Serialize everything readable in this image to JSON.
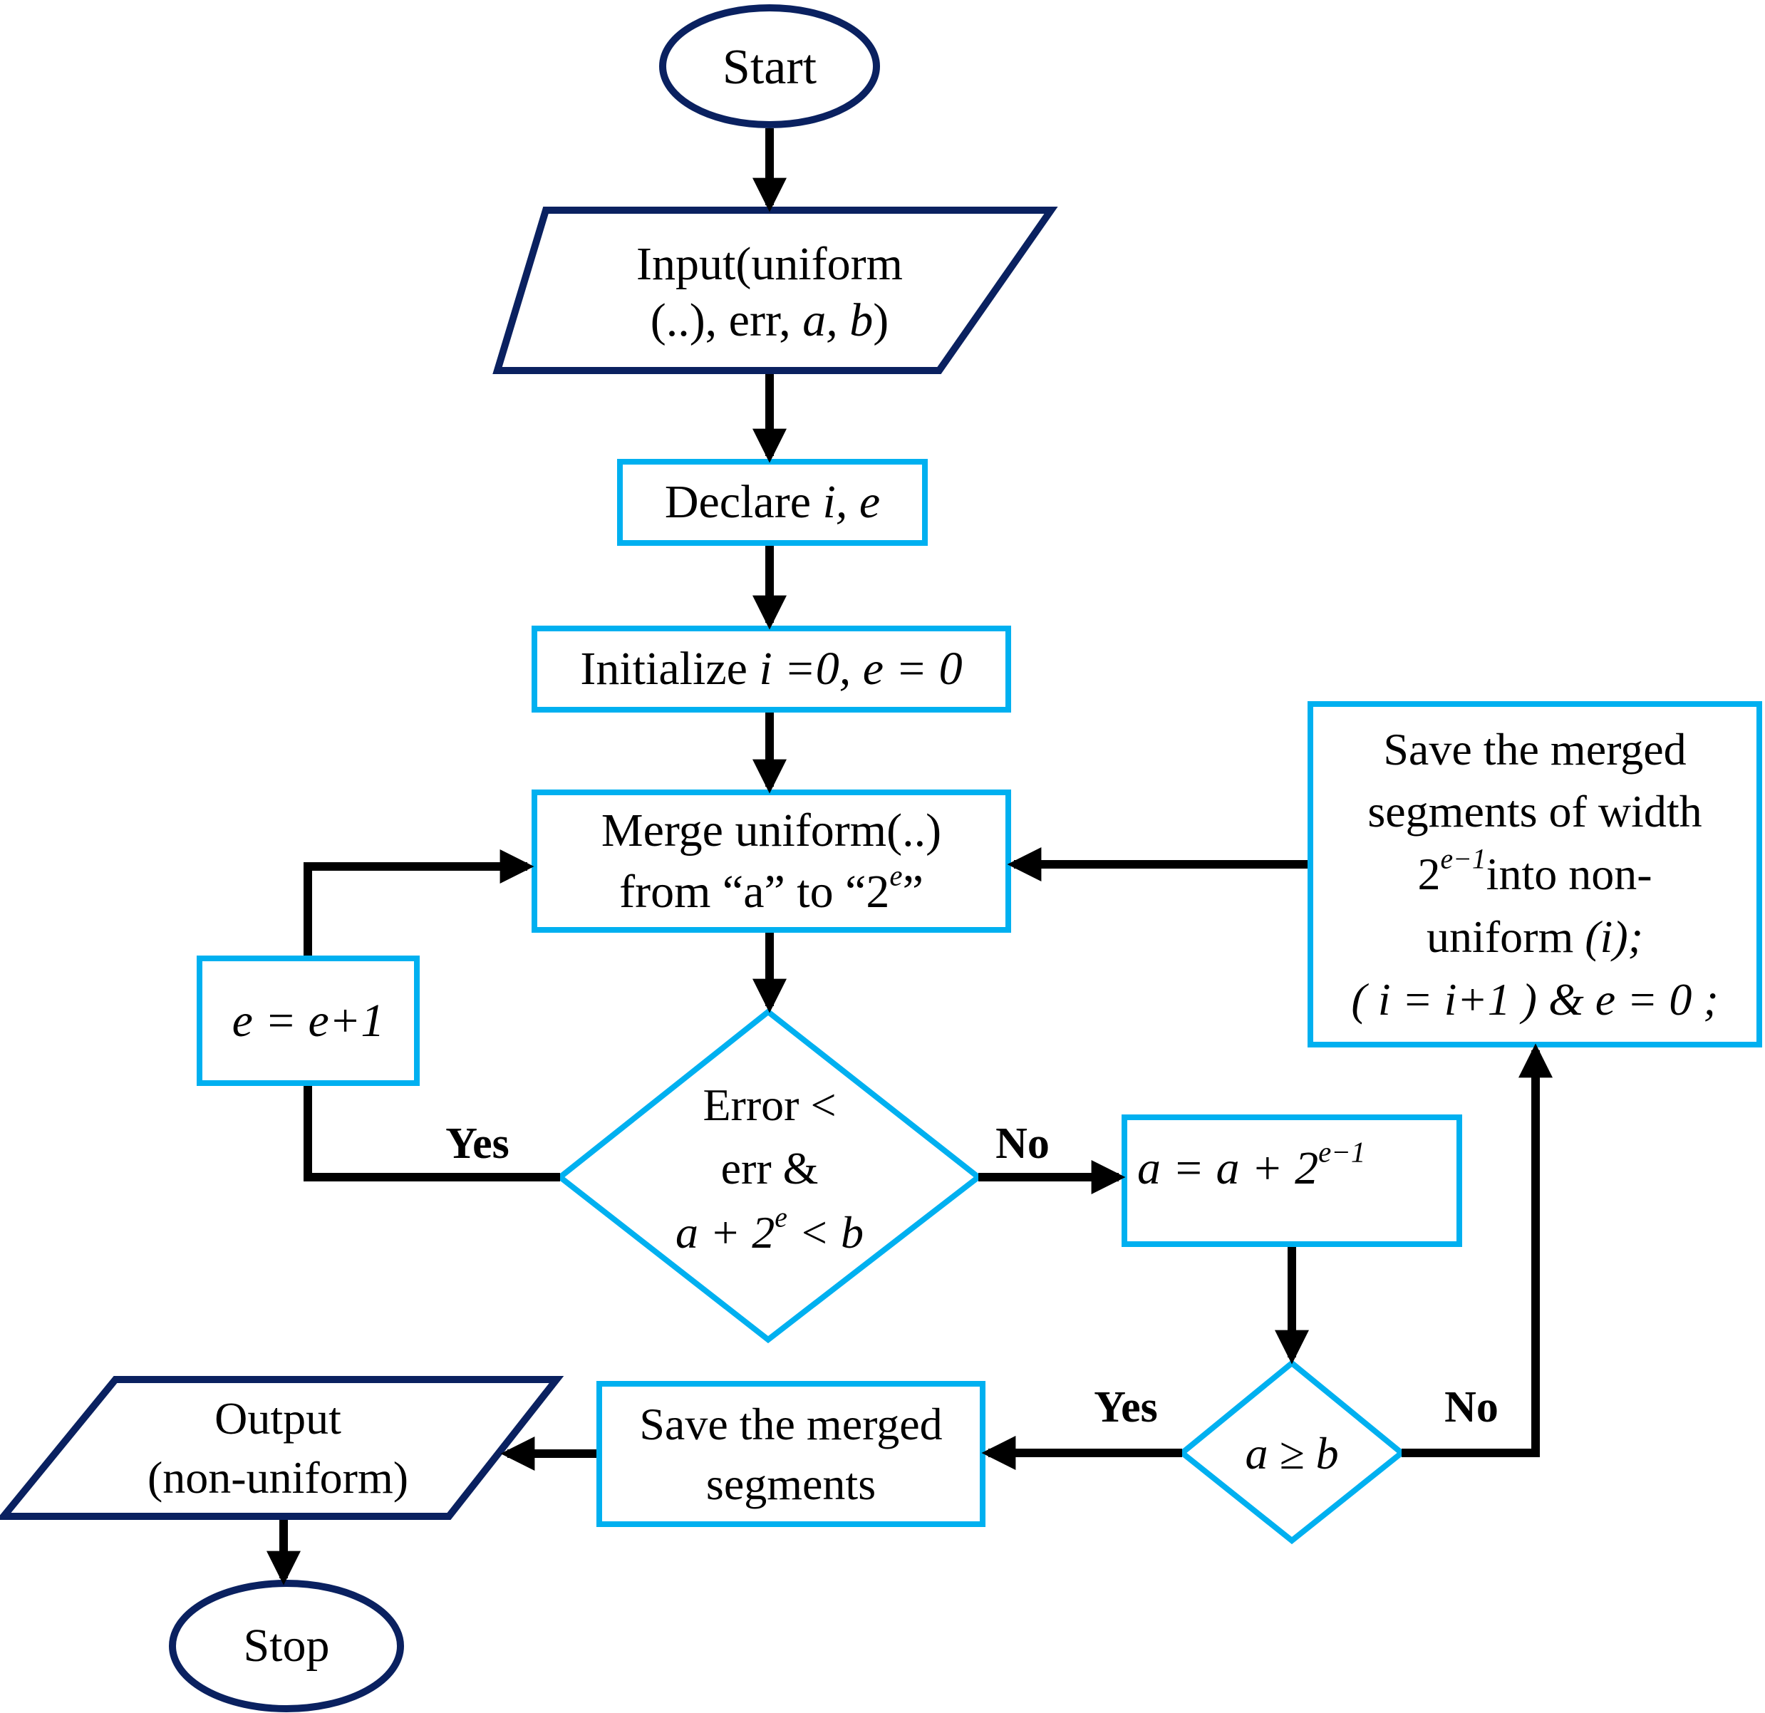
{
  "colors": {
    "terminal_border": "#0a2160",
    "process_border": "#00b0f0",
    "arrow": "#000000",
    "text": "#000000"
  },
  "nodes": {
    "start": {
      "label": "Start"
    },
    "input": {
      "line1": "Input(uniform",
      "line2_prefix": "(..), err, ",
      "line2_vars": "a, b",
      "line2_suffix": ")"
    },
    "declare": {
      "prefix": "Declare ",
      "vars": "i, e"
    },
    "initialize": {
      "prefix": "Initialize ",
      "expr": "i =0, e = 0"
    },
    "merge": {
      "line1": "Merge uniform(..)",
      "line2_prefix": "from “a” to “2",
      "line2_sup": "e",
      "line2_suffix": "”"
    },
    "increment_e": {
      "expr": "e = e+1"
    },
    "decision_error": {
      "line1": "Error <",
      "line2": "err &",
      "line3_prefix": "a + 2",
      "line3_sup": "e",
      "line3_suffix": " < b"
    },
    "update_a": {
      "prefix": "a = a + 2",
      "sup": "e−1"
    },
    "decision_ab": {
      "expr": "a ≥ b"
    },
    "save_nonuniform": {
      "line1": "Save the merged",
      "line2": "segments of  width",
      "line3_base": "2",
      "line3_sup": "e−1",
      "line3_suffix": "into non-",
      "line4_prefix": "uniform ",
      "line4_var": "(i);",
      "line5": "( i = i+1 ) & e = 0 ;"
    },
    "save_segments": {
      "line1": "Save the merged",
      "line2": "segments"
    },
    "output": {
      "line1": "Output",
      "line2": "(non-uniform)"
    },
    "stop": {
      "label": "Stop"
    }
  },
  "edges": {
    "error_yes": "Yes",
    "error_no": "No",
    "ab_yes": "Yes",
    "ab_no": "No"
  }
}
